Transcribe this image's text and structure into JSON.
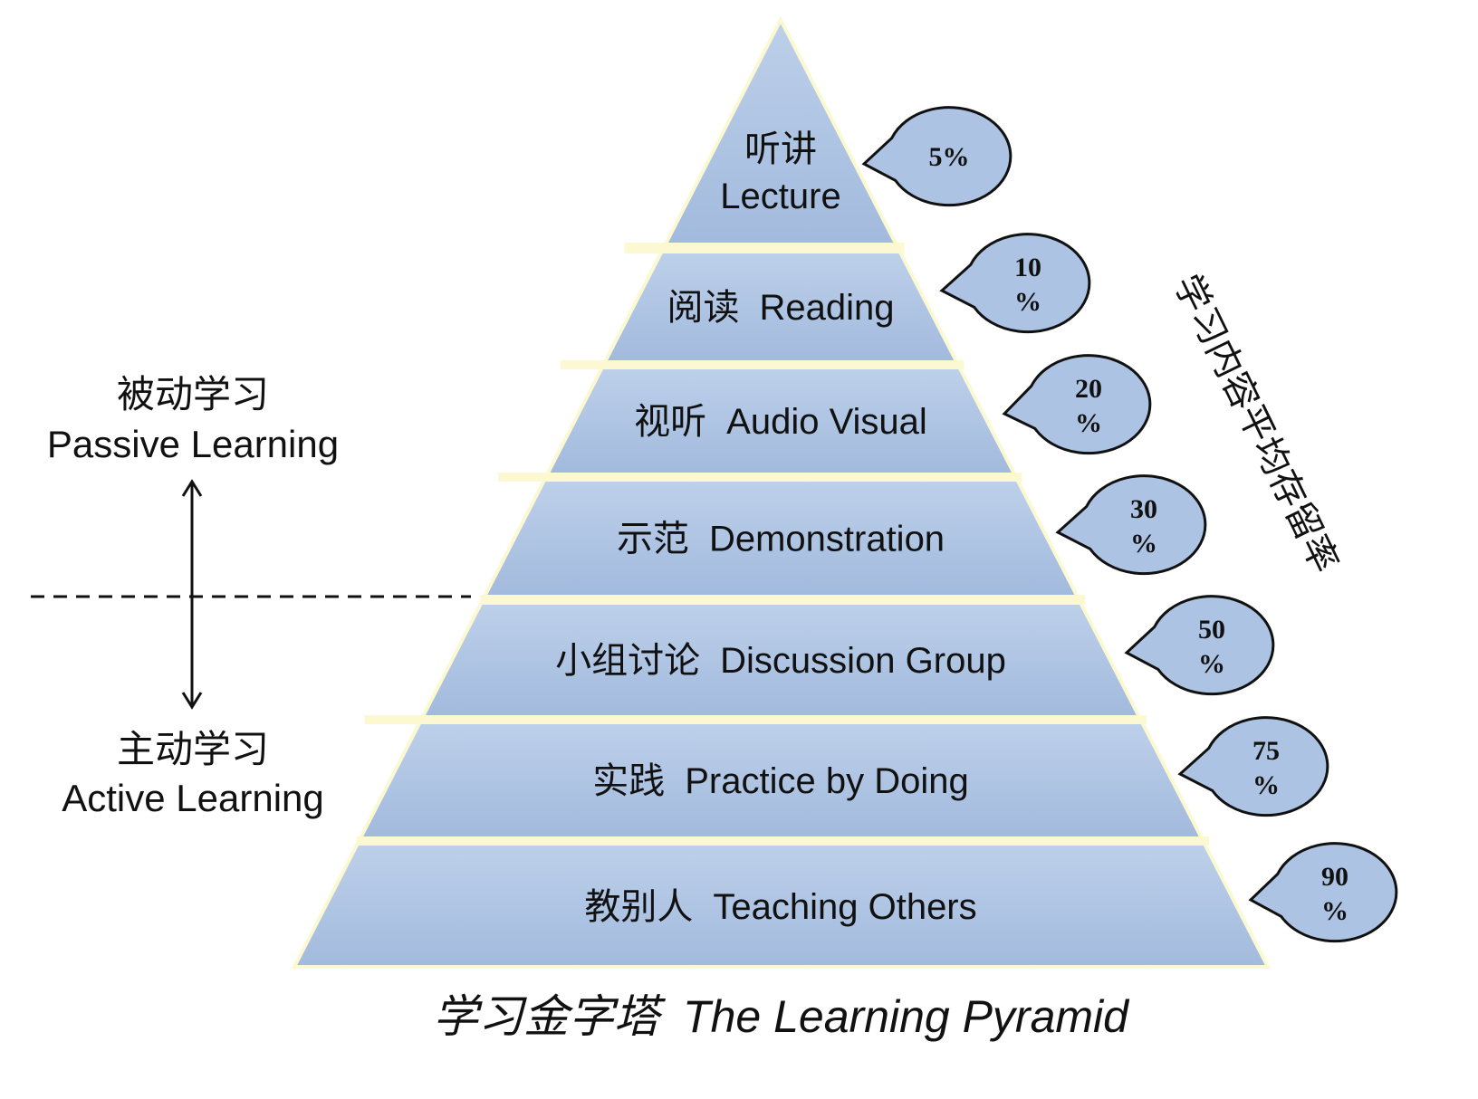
{
  "title": {
    "zh": "学习金字塔",
    "en": "The Learning Pyramid"
  },
  "side_axis_label": "学习内容平均存留率",
  "passive": {
    "zh": "被动学习",
    "en": "Passive Learning"
  },
  "active": {
    "zh": "主动学习",
    "en": "Active Learning"
  },
  "layers": [
    {
      "zh": "听讲",
      "en": "Lecture",
      "retention_percent": 5,
      "retention_label": "5%"
    },
    {
      "zh": "阅读",
      "en": "Reading",
      "retention_percent": 10,
      "retention_label": "10"
    },
    {
      "zh": "视听",
      "en": "Audio Visual",
      "retention_percent": 20,
      "retention_label": "20"
    },
    {
      "zh": "示范",
      "en": "Demonstration",
      "retention_percent": 30,
      "retention_label": "30"
    },
    {
      "zh": "小组讨论",
      "en": "Discussion Group",
      "retention_percent": 50,
      "retention_label": "50"
    },
    {
      "zh": "实践",
      "en": "Practice by Doing",
      "retention_percent": 75,
      "retention_label": "75"
    },
    {
      "zh": "教别人",
      "en": "Teaching Others",
      "retention_percent": 90,
      "retention_label": "90"
    }
  ],
  "percent_sign": "%",
  "colors": {
    "layer_fill_top": "#bdd0ea",
    "layer_fill_bottom": "#a2badd",
    "separator": "#fcf9d2",
    "bubble_fill": "#adc3e3",
    "outline": "#111111"
  }
}
